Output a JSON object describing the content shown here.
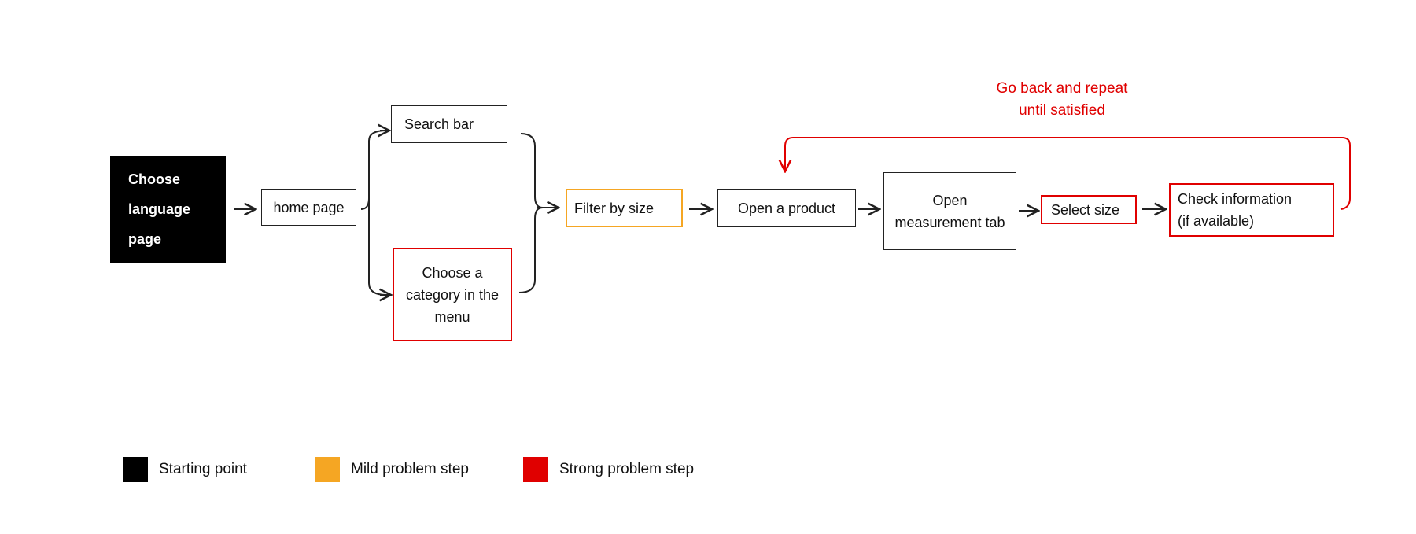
{
  "colors": {
    "start": "#000000",
    "mild": "#f5a623",
    "strong": "#e00000",
    "line": "#222222"
  },
  "nodes": {
    "choose_language": "Choose\nlanguage\npage",
    "home_page": "home page",
    "search_bar": "Search bar",
    "choose_category": "Choose a\ncategory in the\nmenu",
    "filter_by_size": "Filter by size",
    "open_product": "Open a product",
    "open_measurement": "Open\nmeasurement tab",
    "select_size": "Select size",
    "check_info": "Check information\n(if available)"
  },
  "loop_note": "Go back and repeat\nuntil satisfied",
  "legend": {
    "starting_point": "Starting point",
    "mild": "Mild problem step",
    "strong": "Strong problem step"
  }
}
